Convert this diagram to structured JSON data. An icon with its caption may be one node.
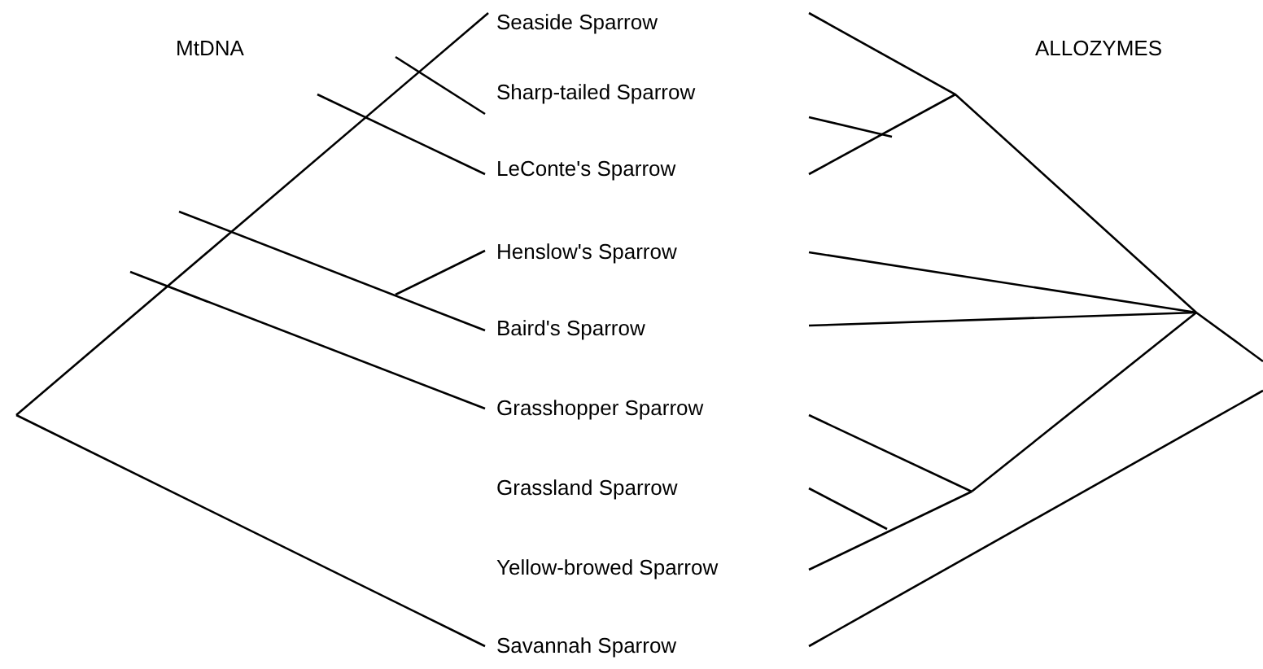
{
  "diagram": {
    "nodes": [
      {
        "text": [
          "Seaside Sparrow"
        ]
      },
      {
        "text": [
          "Sharp-tailed Sparrow"
        ]
      },
      {
        "text": [
          "LeConte's Sparrow"
        ]
      },
      {
        "text": [
          "Henslow's Sparrow"
        ]
      },
      {
        "text": [
          "Baird's Sparrow"
        ]
      },
      {
        "text": [
          "Grasshopper Sparrow"
        ]
      },
      {
        "text": [
          "Grassland Sparrow"
        ]
      },
      {
        "text": [
          "Yellow-browed Sparrow"
        ]
      },
      {
        "text": [
          "Savannah Sparrow"
        ]
      }
    ],
    "labels": [
      "MtDNA",
      "ALLOZYMES"
    ]
  }
}
